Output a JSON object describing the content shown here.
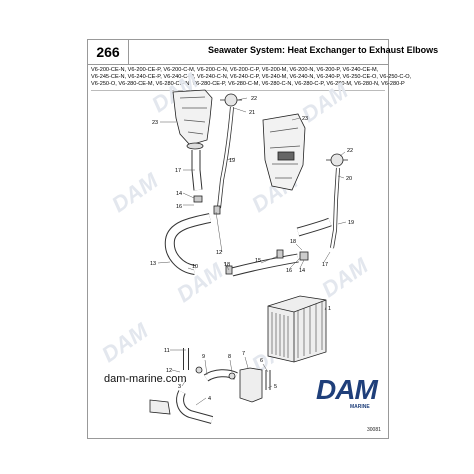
{
  "page_number": "266",
  "title": "Seawater System: Heat Exchanger to Exhaust Elbows",
  "models": [
    "V6-200-CE-N, V6-200-CE-P, V6-200-C-M, V6-200-C-N, V6-200-C-P, V6-200-M, V6-200-N, V6-200-P, V6-240-CE-M,",
    "V6-245-CE-N, V6-240-CE-P, V6-240-C-M, V6-240-C-N, V6-240-C-P, V6-240-M, V6-240-N, V6-240-P, V6-250-CE-O, V6-250-C-O,",
    "V6-250-O, V6-280-CE-M, V6-280-CE-N, V6-280-CE-P, V6-280-C-M, V6-280-C-N, V6-280-C-P, V6-280-M, V6-280-N, V6-280-P"
  ],
  "watermark": "DAM",
  "website": "dam-marine.com",
  "logo": {
    "text": "DAM",
    "subtext": "MARINE",
    "color": "#1f3f7a"
  },
  "doc_number": "30081",
  "callouts": {
    "c1": "1",
    "c3": "3",
    "c4": "4",
    "c5": "5",
    "c6": "6",
    "c7": "7",
    "c8": "8",
    "c9": "9",
    "c10": "10",
    "c11": "11",
    "c12": "12",
    "c13": "13",
    "c14a": "14",
    "c14b": "14",
    "c15": "15",
    "c16a": "16",
    "c16b": "16",
    "c17a": "17",
    "c17b": "17",
    "c18a": "18",
    "c18b": "18",
    "c19a": "19",
    "c19b": "19",
    "c20": "20",
    "c21": "21",
    "c22a": "22",
    "c22b": "22",
    "c23a": "23",
    "c23b": "23"
  }
}
